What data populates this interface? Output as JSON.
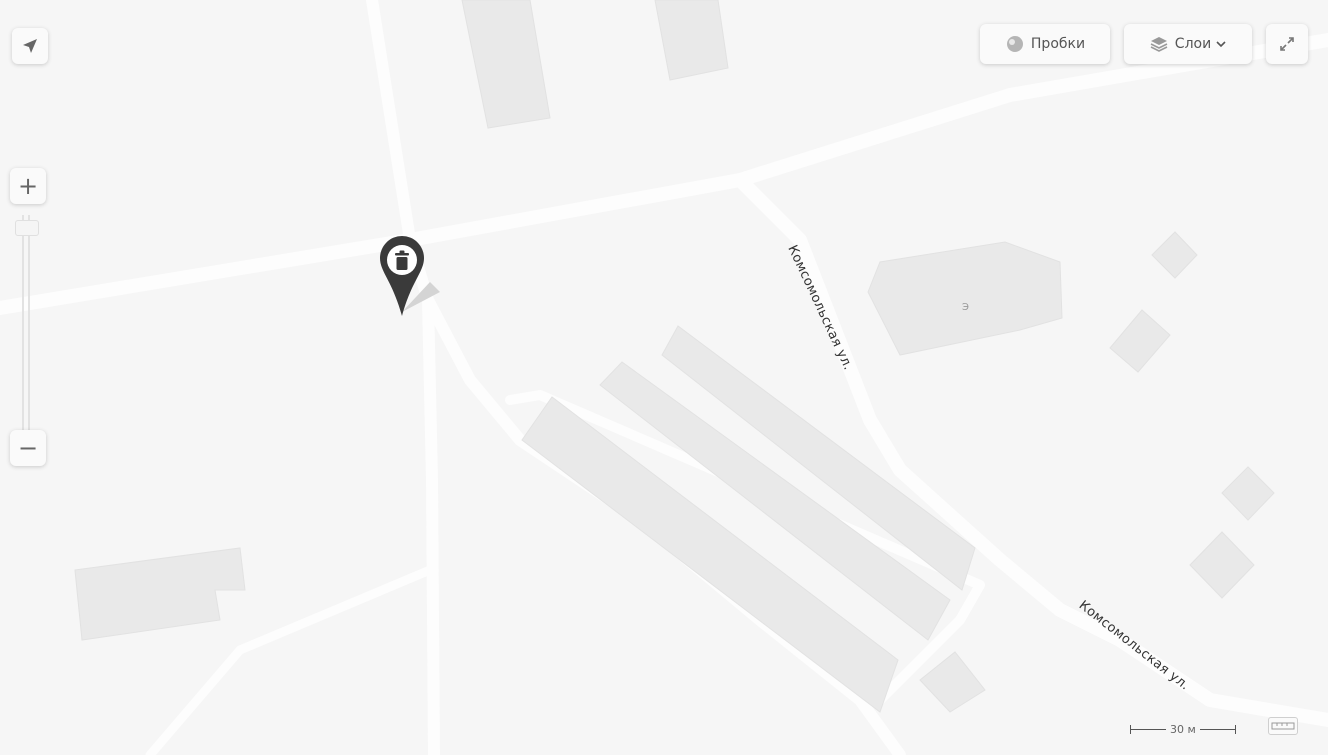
{
  "controls": {
    "traffic_label": "Пробки",
    "layers_label": "Слои",
    "zoom_in_symbol": "+",
    "zoom_out_symbol": "−"
  },
  "streets": [
    {
      "name": "Комсомольская ул."
    },
    {
      "name": "Комсомольская ул."
    }
  ],
  "building_label": "Э",
  "scale": {
    "text": "30 м"
  },
  "marker": {
    "icon": "trash-bin-icon"
  },
  "colors": {
    "background": "#f6f6f6",
    "road": "#fdfdfd",
    "building": "#e9e9e9",
    "marker": "#3a3a3a",
    "accent": "#d9d9d9"
  }
}
